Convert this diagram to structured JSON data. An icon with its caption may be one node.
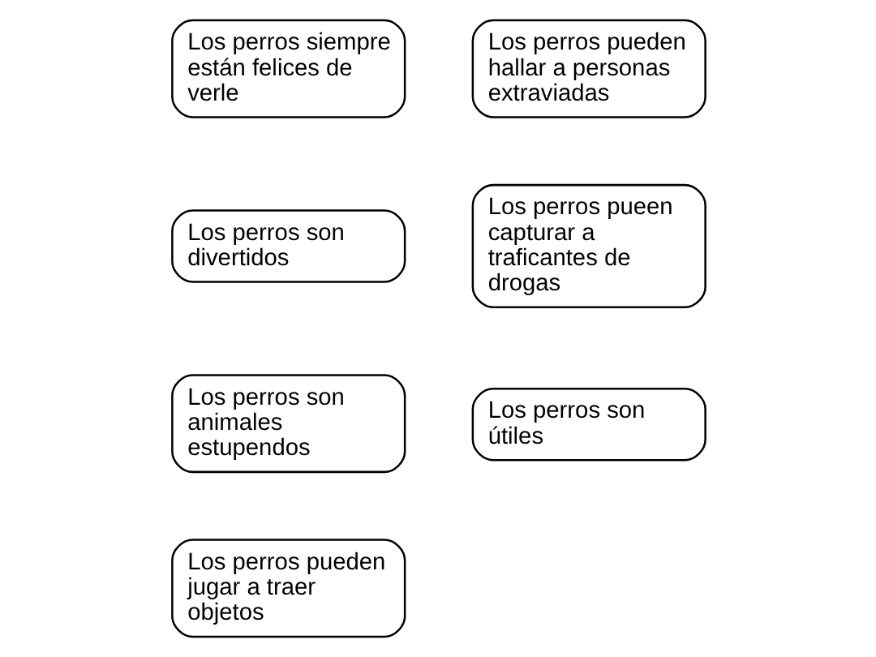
{
  "diagram": {
    "nodes": [
      {
        "text": [
          "Los perros siempre están felices de verle"
        ]
      },
      {
        "text": [
          "Los perros pueden hallar a personas extraviadas"
        ]
      },
      {
        "text": [
          "Los perros son divertidos"
        ]
      },
      {
        "text": [
          "Los perros pueen capturar a traficantes de drogas"
        ]
      },
      {
        "text": [
          "Los perros son animales estupendos"
        ]
      },
      {
        "text": [
          "Los perros son útiles"
        ]
      },
      {
        "text": [
          "Los perros pueden jugar a traer objetos"
        ]
      }
    ],
    "edges": []
  }
}
